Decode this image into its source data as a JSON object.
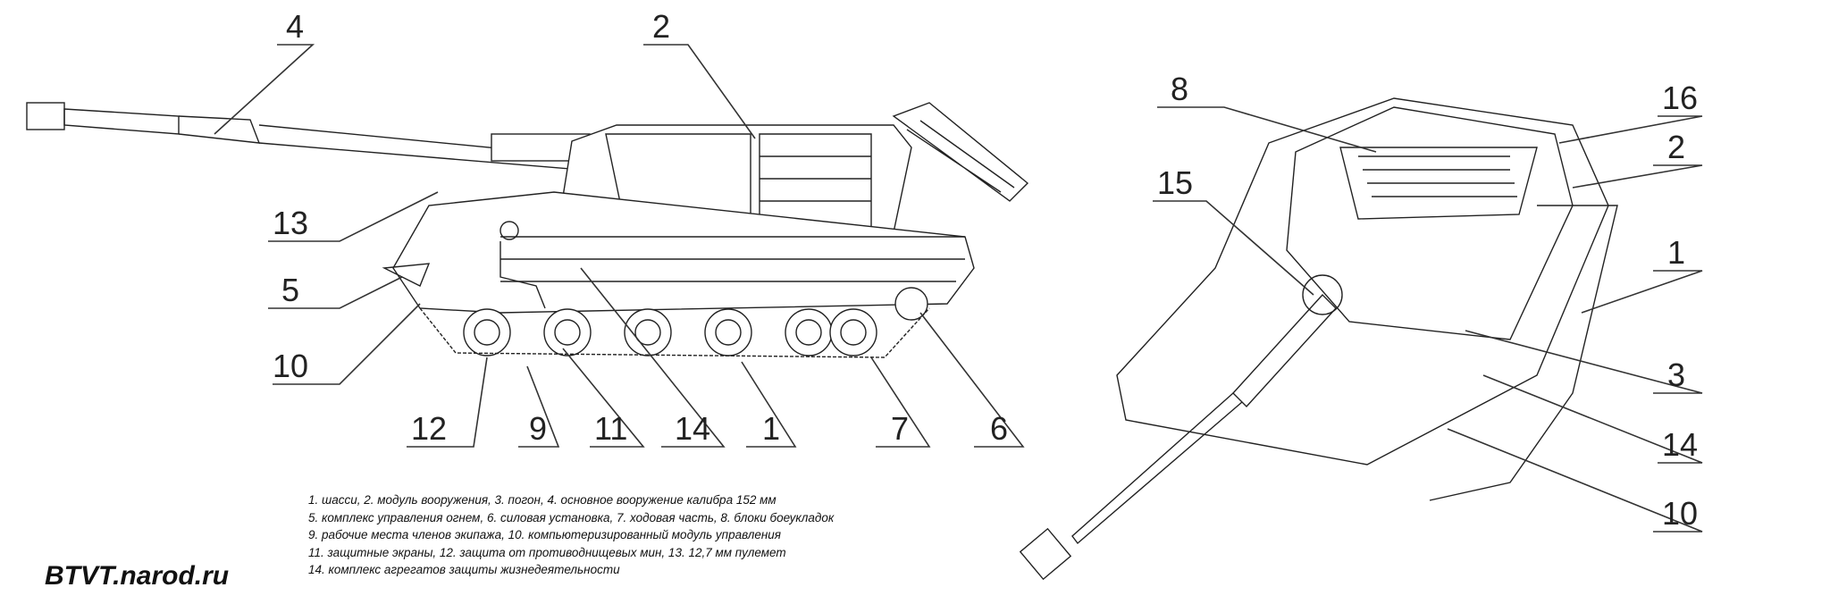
{
  "site_label": "BTVT.narod.ru",
  "side_view_callouts": [
    "4",
    "2",
    "13",
    "5",
    "10",
    "12",
    "9",
    "11",
    "14",
    "1",
    "7",
    "6"
  ],
  "top_view_callouts": [
    "8",
    "16",
    "15",
    "2",
    "1",
    "3",
    "14",
    "10"
  ],
  "legend": [
    "1. шасси, 2. модуль вооружения, 3. погон, 4. основное вооружение калибра 152 мм",
    "5. комплекс управления огнем, 6. силовая установка, 7. ходовая часть, 8. блоки боеукладок",
    "9. рабочие места членов экипажа, 10. компьютеризированный модуль управления",
    "11. защитные экраны, 12. защита от противоднищевых мин, 13. 12,7 мм пулемет",
    "14. комплекс агрегатов защиты жизнедеятельности"
  ]
}
